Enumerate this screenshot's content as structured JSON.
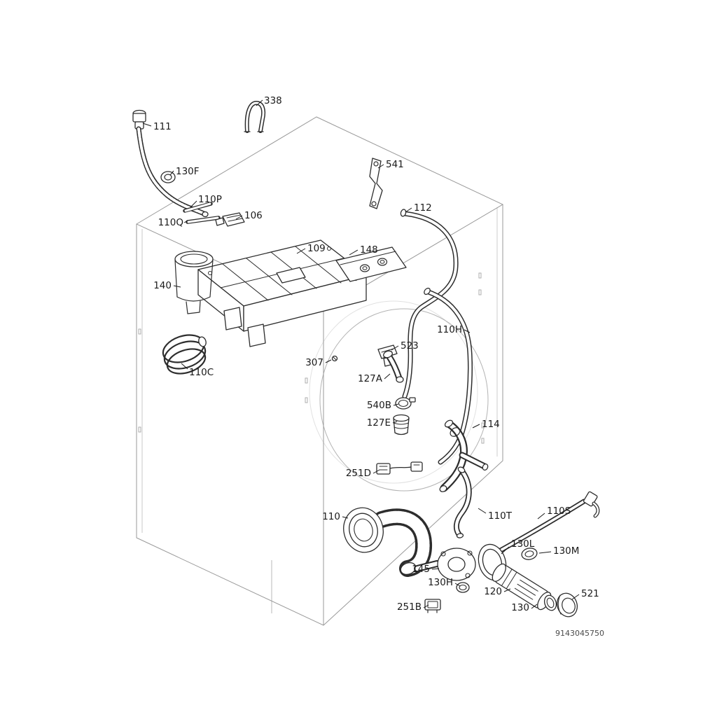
{
  "diagram": {
    "labels": [
      {
        "id": "338",
        "text": "338"
      },
      {
        "id": "111",
        "text": "111"
      },
      {
        "id": "130F",
        "text": "130F"
      },
      {
        "id": "110P",
        "text": "110P"
      },
      {
        "id": "110Q",
        "text": "110Q"
      },
      {
        "id": "106",
        "text": "106"
      },
      {
        "id": "541",
        "text": "541"
      },
      {
        "id": "112",
        "text": "112"
      },
      {
        "id": "109",
        "text": "109"
      },
      {
        "id": "148",
        "text": "148"
      },
      {
        "id": "140",
        "text": "140"
      },
      {
        "id": "110H",
        "text": "110H"
      },
      {
        "id": "523",
        "text": "523"
      },
      {
        "id": "307",
        "text": "307"
      },
      {
        "id": "127A",
        "text": "127A"
      },
      {
        "id": "110C",
        "text": "110C"
      },
      {
        "id": "540B",
        "text": "540B"
      },
      {
        "id": "127E",
        "text": "127E"
      },
      {
        "id": "114",
        "text": "114"
      },
      {
        "id": "251D",
        "text": "251D"
      },
      {
        "id": "110",
        "text": "110"
      },
      {
        "id": "110T",
        "text": "110T"
      },
      {
        "id": "110S",
        "text": "110S"
      },
      {
        "id": "130L",
        "text": "130L"
      },
      {
        "id": "130M",
        "text": "130M"
      },
      {
        "id": "145",
        "text": "145"
      },
      {
        "id": "130H",
        "text": "130H"
      },
      {
        "id": "120",
        "text": "120"
      },
      {
        "id": "521",
        "text": "521"
      },
      {
        "id": "130",
        "text": "130"
      },
      {
        "id": "251B",
        "text": "251B"
      }
    ],
    "doc_number": "9143045750",
    "colors": {
      "part_line": "#2d2d2d",
      "cabinet_line": "#9a9a9a",
      "label_text": "#1a1a1a"
    }
  }
}
